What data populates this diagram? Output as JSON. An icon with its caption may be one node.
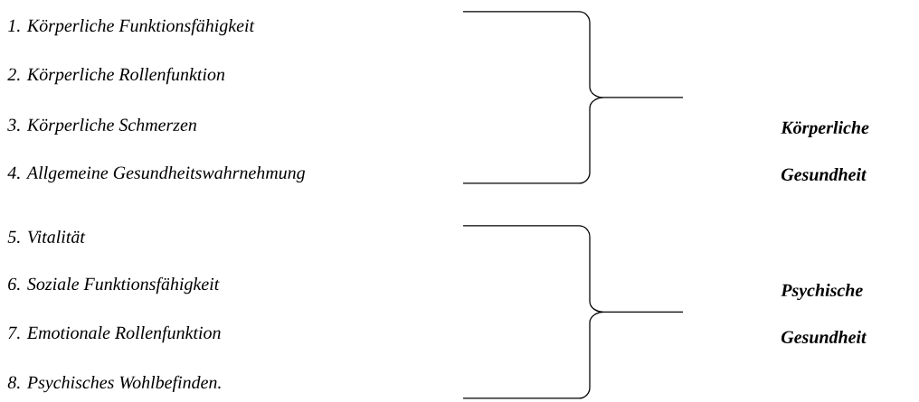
{
  "diagram": {
    "labels": [
      "1. Körperliche Funktionsfähigkeit",
      "2. Körperliche Rollenfunktion",
      "3. Körperliche Schmerzen",
      "4. Allgemeine Gesundheitswahrnehmung",
      "Körperliche Gesundheit",
      "5. Vitalität",
      "6. Soziale Funktionsfähigkeit",
      "7. Emotionale Rollenfunktion",
      "8. Psychisches Wohlbefinden.",
      "Psychische Gesundheit"
    ]
  }
}
